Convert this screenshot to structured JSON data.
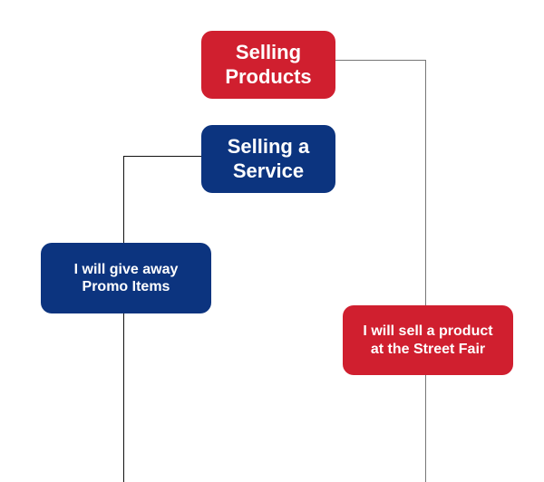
{
  "colors": {
    "red": "#d01f2f",
    "blue": "#0c347f",
    "line_gray": "#777777",
    "line_black": "#111111"
  },
  "nodes": {
    "selling_products": "Selling\nProducts",
    "selling_service": "Selling a\nService",
    "promo_items": "I will give away\nPromo Items",
    "street_fair": "I will sell a product\nat the Street Fair"
  }
}
